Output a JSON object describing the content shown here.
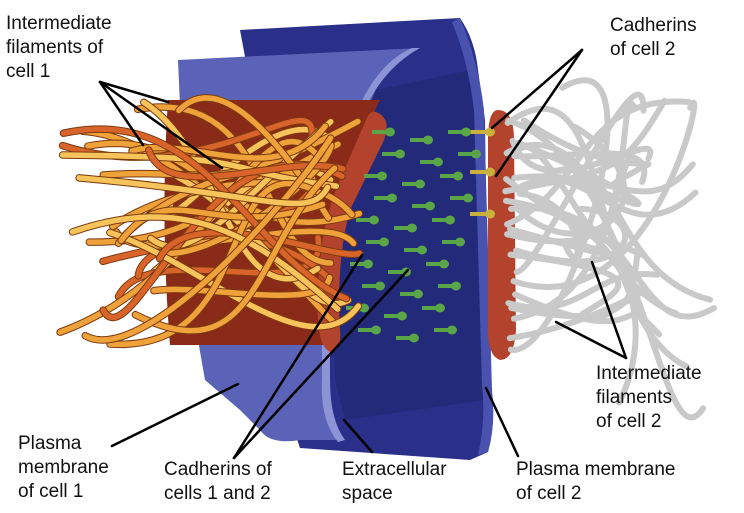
{
  "labels": {
    "if_cell1": [
      "Intermediate",
      "filaments of",
      "cell 1"
    ],
    "cadherins_cell2": [
      "Cadherins",
      "of cell 2"
    ],
    "if_cell2": [
      "Intermediate",
      "filaments",
      "of cell 2"
    ],
    "pm_cell1": [
      "Plasma",
      "membrane",
      "of cell 1"
    ],
    "cadherins_both": [
      "Cadherins of",
      "cells 1 and 2"
    ],
    "extracellular": [
      "Extracellular",
      "space"
    ],
    "pm_cell2": [
      "Plasma membrane",
      "of cell 2"
    ]
  },
  "colors": {
    "membrane_cell1": "#5b63b8",
    "membrane_cell2": "#2a2f8a",
    "extracellular": "#232a7a",
    "plaque": "#b4432e",
    "cytoplasm_cell1": "#8a2a18",
    "filament_cell1": "#f0a23a",
    "filament_cell1_light": "#f6c45a",
    "filament_cell1_dark": "#d9642a",
    "filament_cell2": "#c9c9c9",
    "cadherin_cell1": "#59a548",
    "cadherin_cell2": "#c9b13c",
    "leader": "#000000"
  }
}
